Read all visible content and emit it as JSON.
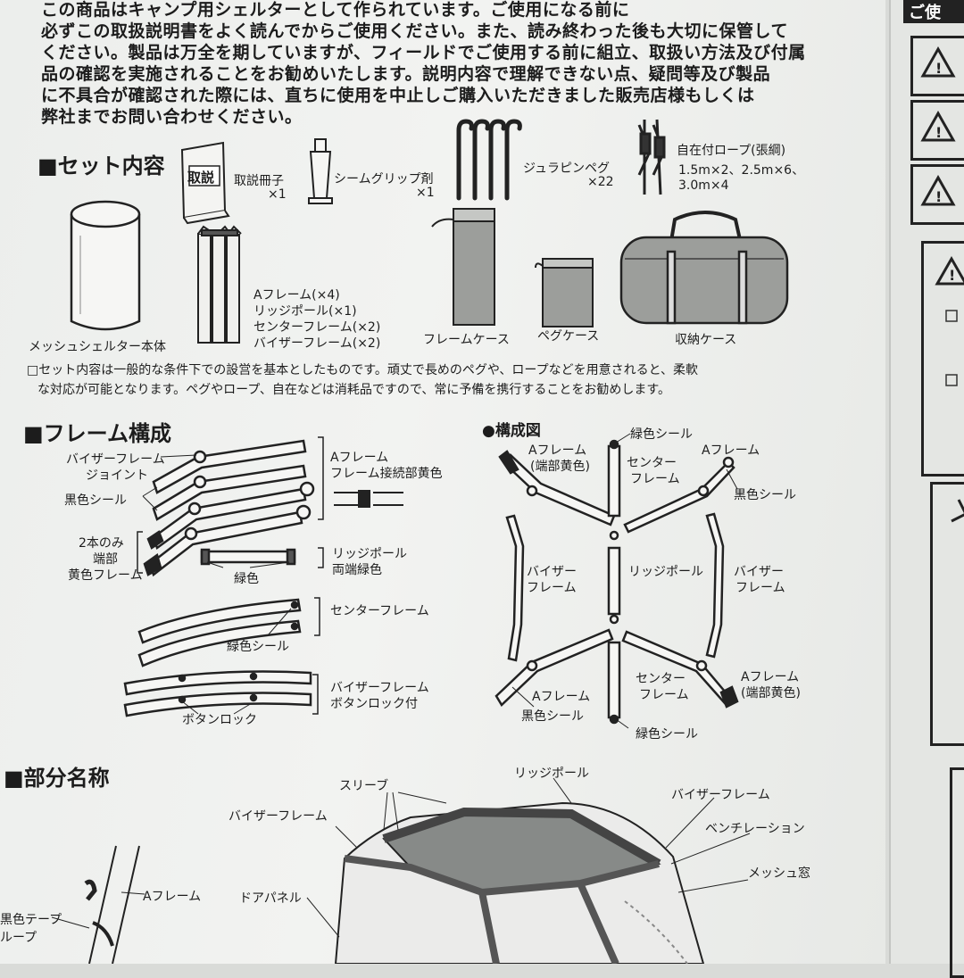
{
  "intro": {
    "lines": [
      "この商品はキャンプ用シェルターとして作られています。ご使用になる前に",
      "必ずこの取扱説明書をよく読んでからご使用ください。また、読み終わった後も大切に保管して",
      "ください。製品は万全を期していますが、フィールドでご使用する前に組立、取扱い方法及び付属",
      "品の確認を実施されることをお勧めいたします。説明内容で理解できない点、疑問等及び製品",
      "に不具合が確認された際には、直ちに使用を中止しご購入いただきました販売店様もしくは",
      "弊社までお問い合わせください。"
    ]
  },
  "set_contents": {
    "heading": "■セット内容",
    "manual_label": "取説冊子",
    "manual_qty": "×1",
    "manual_book_text": "取説",
    "seam_label": "シームグリップ剤",
    "seam_qty": "×1",
    "peg_label": "ジュラピンペグ",
    "peg_qty": "×22",
    "rope_label": "自在付ロープ(張綱)",
    "rope_lines": [
      "1.5m×2、2.5m×6、",
      "3.0m×4"
    ],
    "body_label": "メッシュシェルター本体",
    "frames_lines": [
      "Aフレーム(×4)",
      "リッジポール(×1)",
      "センターフレーム(×2)",
      "バイザーフレーム(×2)"
    ],
    "frame_case": "フレームケース",
    "peg_case": "ペグケース",
    "storage_case": "収納ケース",
    "note_lines": [
      "□セット内容は一般的な条件下での設営を基本としたものです。頑丈で長めのペグや、ロープなどを用意されると、柔軟",
      "な対応が可能となります。ペグやロープ、自在などは消耗品ですので、常に予備を携行することをお勧めします。"
    ]
  },
  "frame_structure": {
    "heading": "■フレーム構成",
    "visor_joint": [
      "バイザーフレーム",
      "ジョイント"
    ],
    "black_seal": "黒色シール",
    "two_only": [
      "2本のみ",
      "端部",
      "黄色フレーム"
    ],
    "a_frame": [
      "Aフレーム",
      "フレーム接続部黄色"
    ],
    "green": "緑色",
    "ridge": [
      "リッジポール",
      "両端緑色"
    ],
    "center": "センターフレーム",
    "green_seal": "緑色シール",
    "visor": [
      "バイザーフレーム",
      "ボタンロック付"
    ],
    "button_lock": "ボタンロック"
  },
  "diagram": {
    "heading": "●構成図",
    "a_frame_yellow": [
      "Aフレーム",
      "(端部黄色)"
    ],
    "green_seal_top": "緑色シール",
    "center_top": [
      "センター",
      "フレーム"
    ],
    "a_frame_tr": "Aフレーム",
    "black_seal_tr": "黒色シール",
    "visor_left": [
      "バイザー",
      "フレーム"
    ],
    "ridge": "リッジポール",
    "visor_right": [
      "バイザー",
      "フレーム"
    ],
    "center_bottom": [
      "センター",
      "フレーム"
    ],
    "a_frame_br": [
      "Aフレーム",
      "(端部黄色)"
    ],
    "a_frame_bl": "Aフレーム",
    "black_seal_bl": "黒色シール",
    "green_seal_bottom": "緑色シール"
  },
  "part_names": {
    "heading": "■部分名称",
    "sleeve": "スリーブ",
    "ridge": "リッジポール",
    "visor_left": "バイザーフレーム",
    "visor_right": "バイザーフレーム",
    "ventilation": "ベンチレーション",
    "mesh_window": "メッシュ窓",
    "a_frame": "Aフレーム",
    "door_panel": "ドアパネル",
    "black_tape": "黒色テープ",
    "loop": "ループ"
  },
  "right_page": {
    "heading_fragment": "ご使"
  }
}
